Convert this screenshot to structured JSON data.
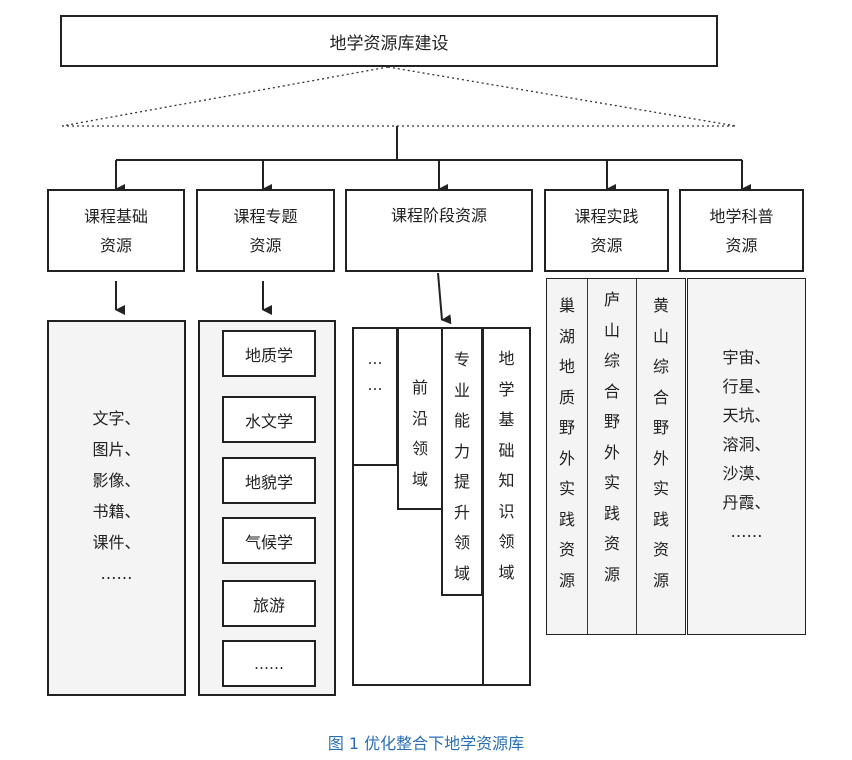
{
  "root": {
    "title": "地学资源库建设"
  },
  "categories": [
    {
      "label": "课程基础\n资源"
    },
    {
      "label": "课程专题\n资源"
    },
    {
      "label": "课程阶段资源"
    },
    {
      "label": "课程实践\n资源"
    },
    {
      "label": "地学科普\n资源"
    }
  ],
  "basic_resources": {
    "text": "文字、\n图片、\n影像、\n书籍、\n课件、\n……"
  },
  "topic_resources": [
    "地质学",
    "水文学",
    "地貌学",
    "气候学",
    "旅游",
    "……"
  ],
  "stage_resources": {
    "ellipsis": "…\n…",
    "frontier": "前\n沿\n领\n域",
    "professional": "专\n业\n能\n力\n提\n升\n领\n域",
    "basic_knowledge": "地\n学\n基\n础\n知\n识\n领\n域"
  },
  "practice_resources": {
    "chaohu": "巢\n湖\n地\n质\n野\n外\n实\n践\n资\n源",
    "lushan": "庐\n山\n综\n合\n野\n外\n实\n践\n资\n源",
    "huangshan": "黄\n山\n综\n合\n野\n外\n实\n践\n资\n源"
  },
  "science_resources": {
    "text": "宇宙、\n行星、\n天坑、\n溶洞、\n沙漠、\n丹霞、\n……"
  },
  "caption": "图 1 优化整合下地学资源库"
}
